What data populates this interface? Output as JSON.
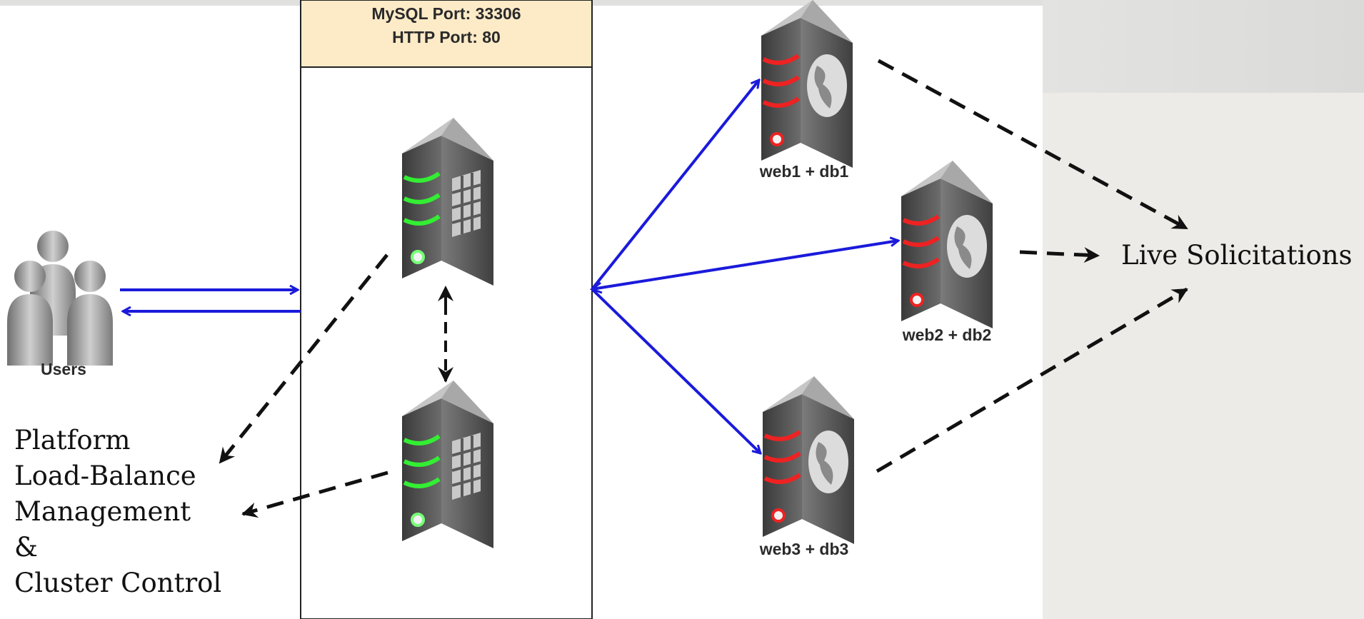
{
  "load_balancer": {
    "mysql_port_label": "MySQL Port: 33306",
    "http_port_label": "HTTP Port: 80"
  },
  "users": {
    "label": "Users"
  },
  "servers": [
    {
      "label": "web1 + db1"
    },
    {
      "label": "web2 + db2"
    },
    {
      "label": "web3 + db3"
    }
  ],
  "live_solicitations": "Live Solicitations",
  "management": {
    "lines": [
      "Platform",
      "Load-Balance",
      "Management",
      "&",
      "Cluster Control"
    ]
  },
  "colors": {
    "connection_blue": "#1a1adb",
    "dashed_black": "#111111",
    "lb_header_fill": "#fdebc8",
    "lb_light_green": "#33ee33",
    "web_light_red": "#ee2222"
  },
  "icons": {
    "users": "users-icon",
    "load_balancer": "firewall-server-icon",
    "web_server": "web-server-icon"
  }
}
